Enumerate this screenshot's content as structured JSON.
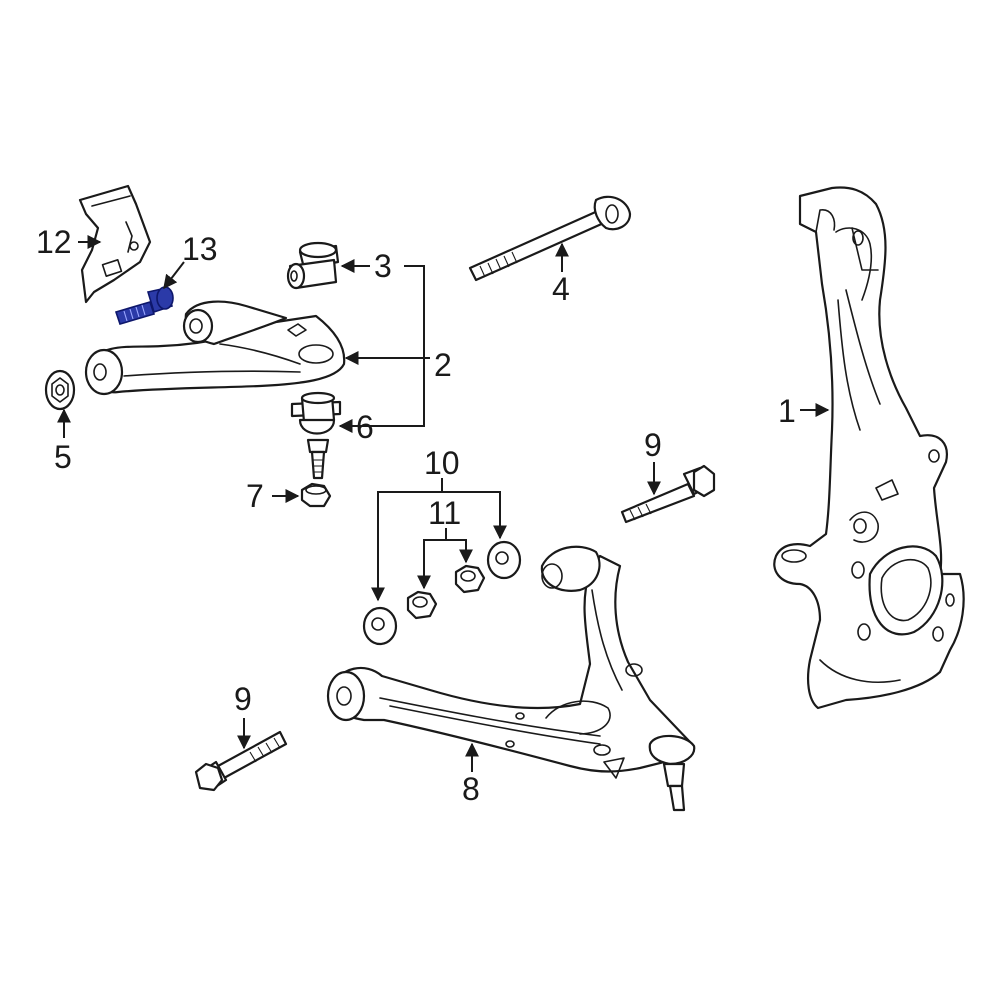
{
  "diagram": {
    "highlight_color": "#2b3aa8",
    "line_color": "#1a1a1a",
    "callouts": {
      "knuckle": "1",
      "upper_arm_assembly": "2",
      "upper_bushing": "3",
      "upper_arm_bolt": "4",
      "upper_arm_nut": "5",
      "upper_ball_joint": "6",
      "ball_joint_nut": "7",
      "lower_arm": "8",
      "lower_bolt_right": "9",
      "lower_bolt_left": "9",
      "lower_hardware_group": "10",
      "lower_nut_group": "11",
      "shield": "12",
      "shield_bolt": "13"
    }
  }
}
